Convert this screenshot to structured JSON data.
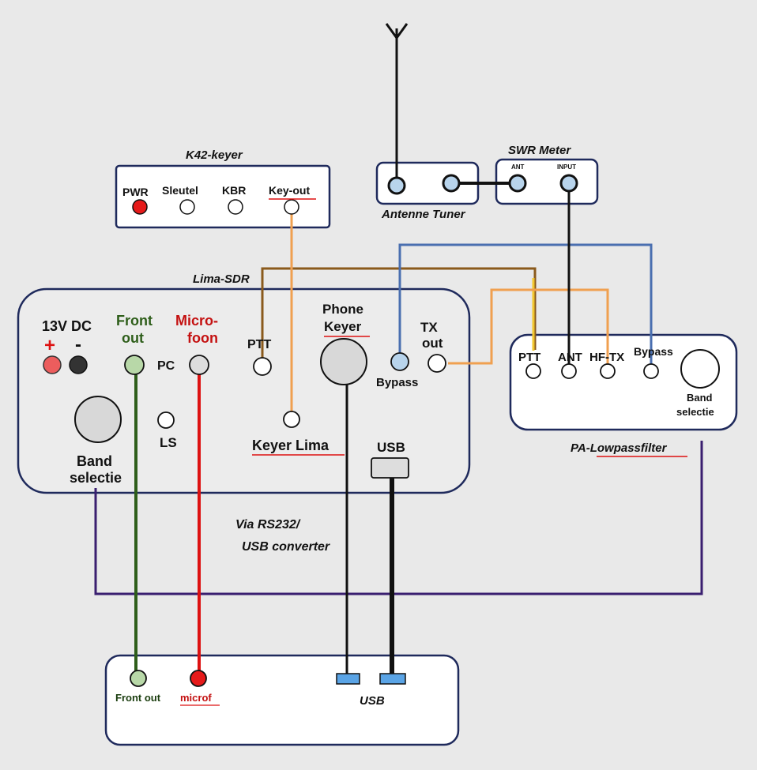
{
  "colors": {
    "background": "#e9e9e9",
    "panel_fill": "#ffffff",
    "lima_fill": "#ececec",
    "panel_border": "#1f2a5c",
    "wire_black": "#111111",
    "wire_orange": "#f0a050",
    "wire_brown": "#8a5a1c",
    "wire_blue": "#4a6fb0",
    "wire_purple": "#3a1f70",
    "wire_green": "#2e5e1a",
    "wire_red": "#dd1111",
    "connector_lightblue": "#b8d4ec",
    "connector_gray": "#d8d8d8"
  },
  "k42": {
    "title": "K42-keyer",
    "pwr": "PWR",
    "sleutel": "Sleutel",
    "kbr": "KBR",
    "keyout": "Key-out"
  },
  "tuner": {
    "title": "Antenne Tuner"
  },
  "swr": {
    "title": "SWR Meter",
    "ant": "ANT",
    "input": "INPUT"
  },
  "lima": {
    "title": "Lima-SDR",
    "dc": "13V DC",
    "plus": "+",
    "minus": "-",
    "front_1": "Front",
    "front_2": "out",
    "pc": "PC",
    "micro_1": "Micro-",
    "micro_2": "foon",
    "ptt": "PTT",
    "phone_1": "Phone",
    "phone_2": "Keyer",
    "bypass": "Bypass",
    "tx_1": "TX",
    "tx_2": "out",
    "ls": "LS",
    "keyer_lima": "Keyer Lima",
    "band_1": "Band",
    "band_2": "selectie",
    "usb": "USB"
  },
  "pa": {
    "title": "PA-Lowpassfilter",
    "ptt": "PTT",
    "ant": "ANT",
    "hftx": "HF-TX",
    "bypass": "Bypass",
    "band_1": "Band",
    "band_2": "selectie"
  },
  "via": {
    "line1": "Via RS232/",
    "line2": "USB  converter"
  },
  "pc_box": {
    "front": "Front out",
    "microf": "microf",
    "usb": "USB"
  }
}
